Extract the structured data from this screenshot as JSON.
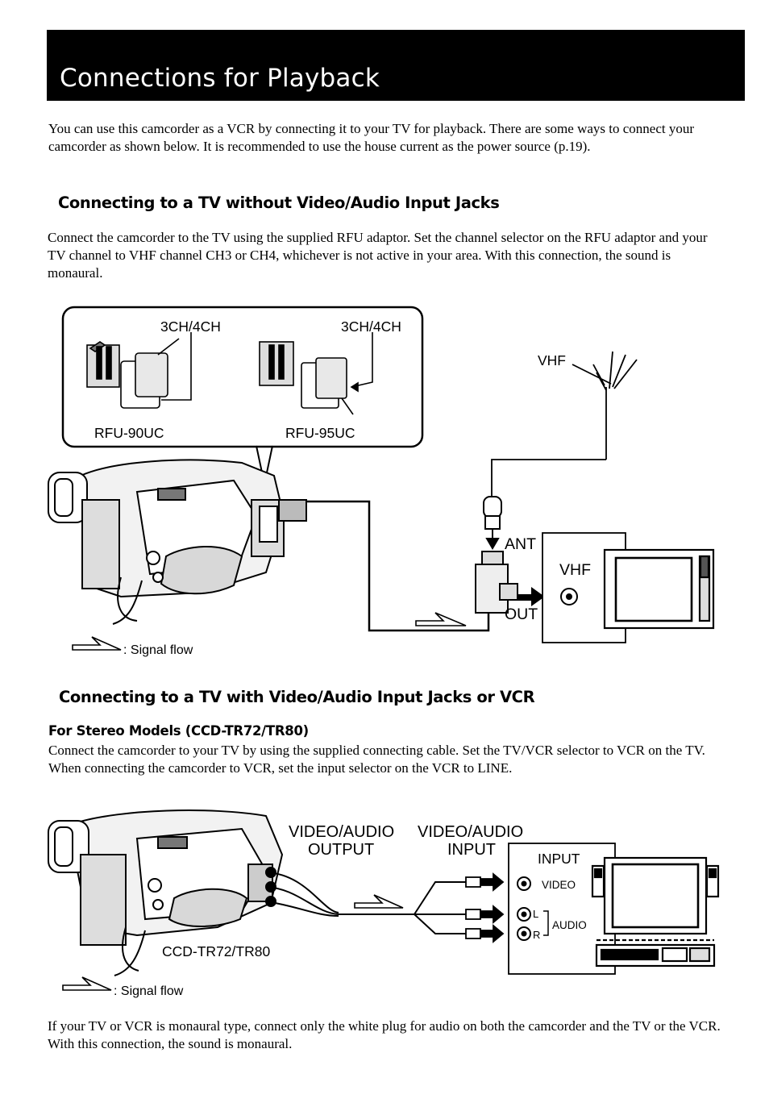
{
  "page": {
    "title": "Connections for Playback",
    "intro": "You can use this camcorder as a VCR by connecting it to your TV for playback. There are some ways to connect your camcorder as shown below. It is recommended to use the house current as the power source (p.19)."
  },
  "section1": {
    "heading": "Connecting to a TV without Video/Audio Input Jacks",
    "text": "Connect the camcorder to the TV using the supplied RFU adaptor. Set the channel selector on the RFU adaptor and your TV channel to VHF channel CH3 or CH4, whichever is not active in your area. With this connection, the sound is monaural.",
    "diagram": {
      "label_3ch_a": "3CH/4CH",
      "label_3ch_b": "3CH/4CH",
      "label_rfu90": "RFU-90UC",
      "label_rfu95": "RFU-95UC",
      "label_vhf_antenna": "VHF",
      "label_ant": "ANT",
      "label_out": "OUT",
      "label_vhf_tv": "VHF",
      "legend": ": Signal flow"
    }
  },
  "section2": {
    "heading": "Connecting to a TV with Video/Audio Input Jacks or VCR",
    "subheading": "For Stereo Models (CCD-TR72/TR80)",
    "text": "Connect the camcorder to your TV by using the supplied connecting cable. Set the TV/VCR selector to VCR on the TV. When connecting the camcorder to VCR, set the input selector on the VCR to LINE.",
    "diagram": {
      "label_output_1": "VIDEO/AUDIO",
      "label_output_2": "OUTPUT",
      "label_input_1": "VIDEO/AUDIO",
      "label_input_2": "INPUT",
      "label_input_box": "INPUT",
      "label_video": "VIDEO",
      "label_l": "L",
      "label_r": "R",
      "label_audio": "AUDIO",
      "label_model": "CCD-TR72/TR80",
      "legend": ": Signal flow"
    }
  },
  "footer_text": "If your TV or VCR is monaural type, connect only the white plug for audio on both the camcorder and the TV or the VCR. With this connection, the sound is monaural."
}
